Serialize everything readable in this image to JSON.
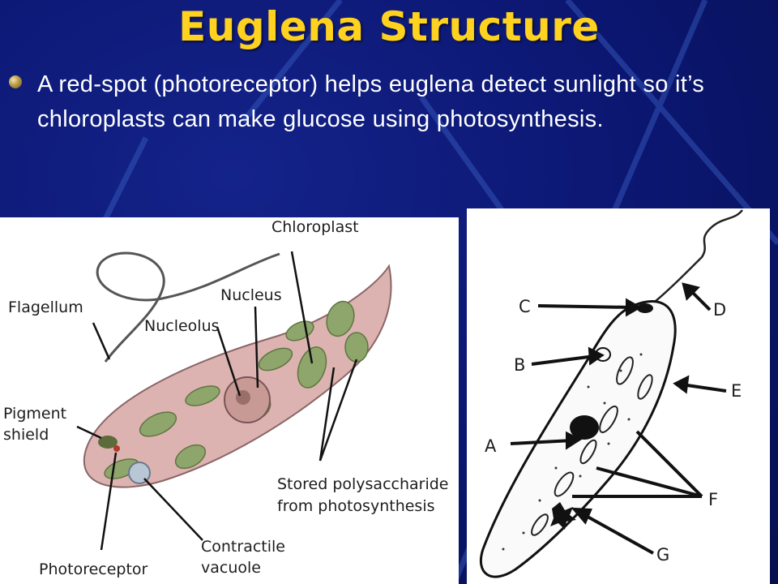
{
  "title": "Euglena Structure",
  "bullet": "A red-spot (photoreceptor) helps euglena detect sunlight so it’s chloroplasts can make glucose using photosynthesis.",
  "colors": {
    "background": "#0b1670",
    "title": "#ffd21f",
    "text": "#ffffff"
  },
  "left_diagram": {
    "labels": {
      "chloroplast": "Chloroplast",
      "flagellum": "Flagellum",
      "nucleus": "Nucleus",
      "nucleolus": "Nucleolus",
      "pigment_line1": "Pigment",
      "pigment_line2": "shield",
      "stored_line1": "Stored polysaccharide",
      "stored_line2": "from photosynthesis",
      "contractile_line1": "Contractile",
      "contractile_line2": "vacuole",
      "photoreceptor": "Photoreceptor"
    }
  },
  "right_diagram": {
    "labels": {
      "a": "A",
      "b": "B",
      "c": "C",
      "d": "D",
      "e": "E",
      "f": "F",
      "g": "G"
    }
  }
}
